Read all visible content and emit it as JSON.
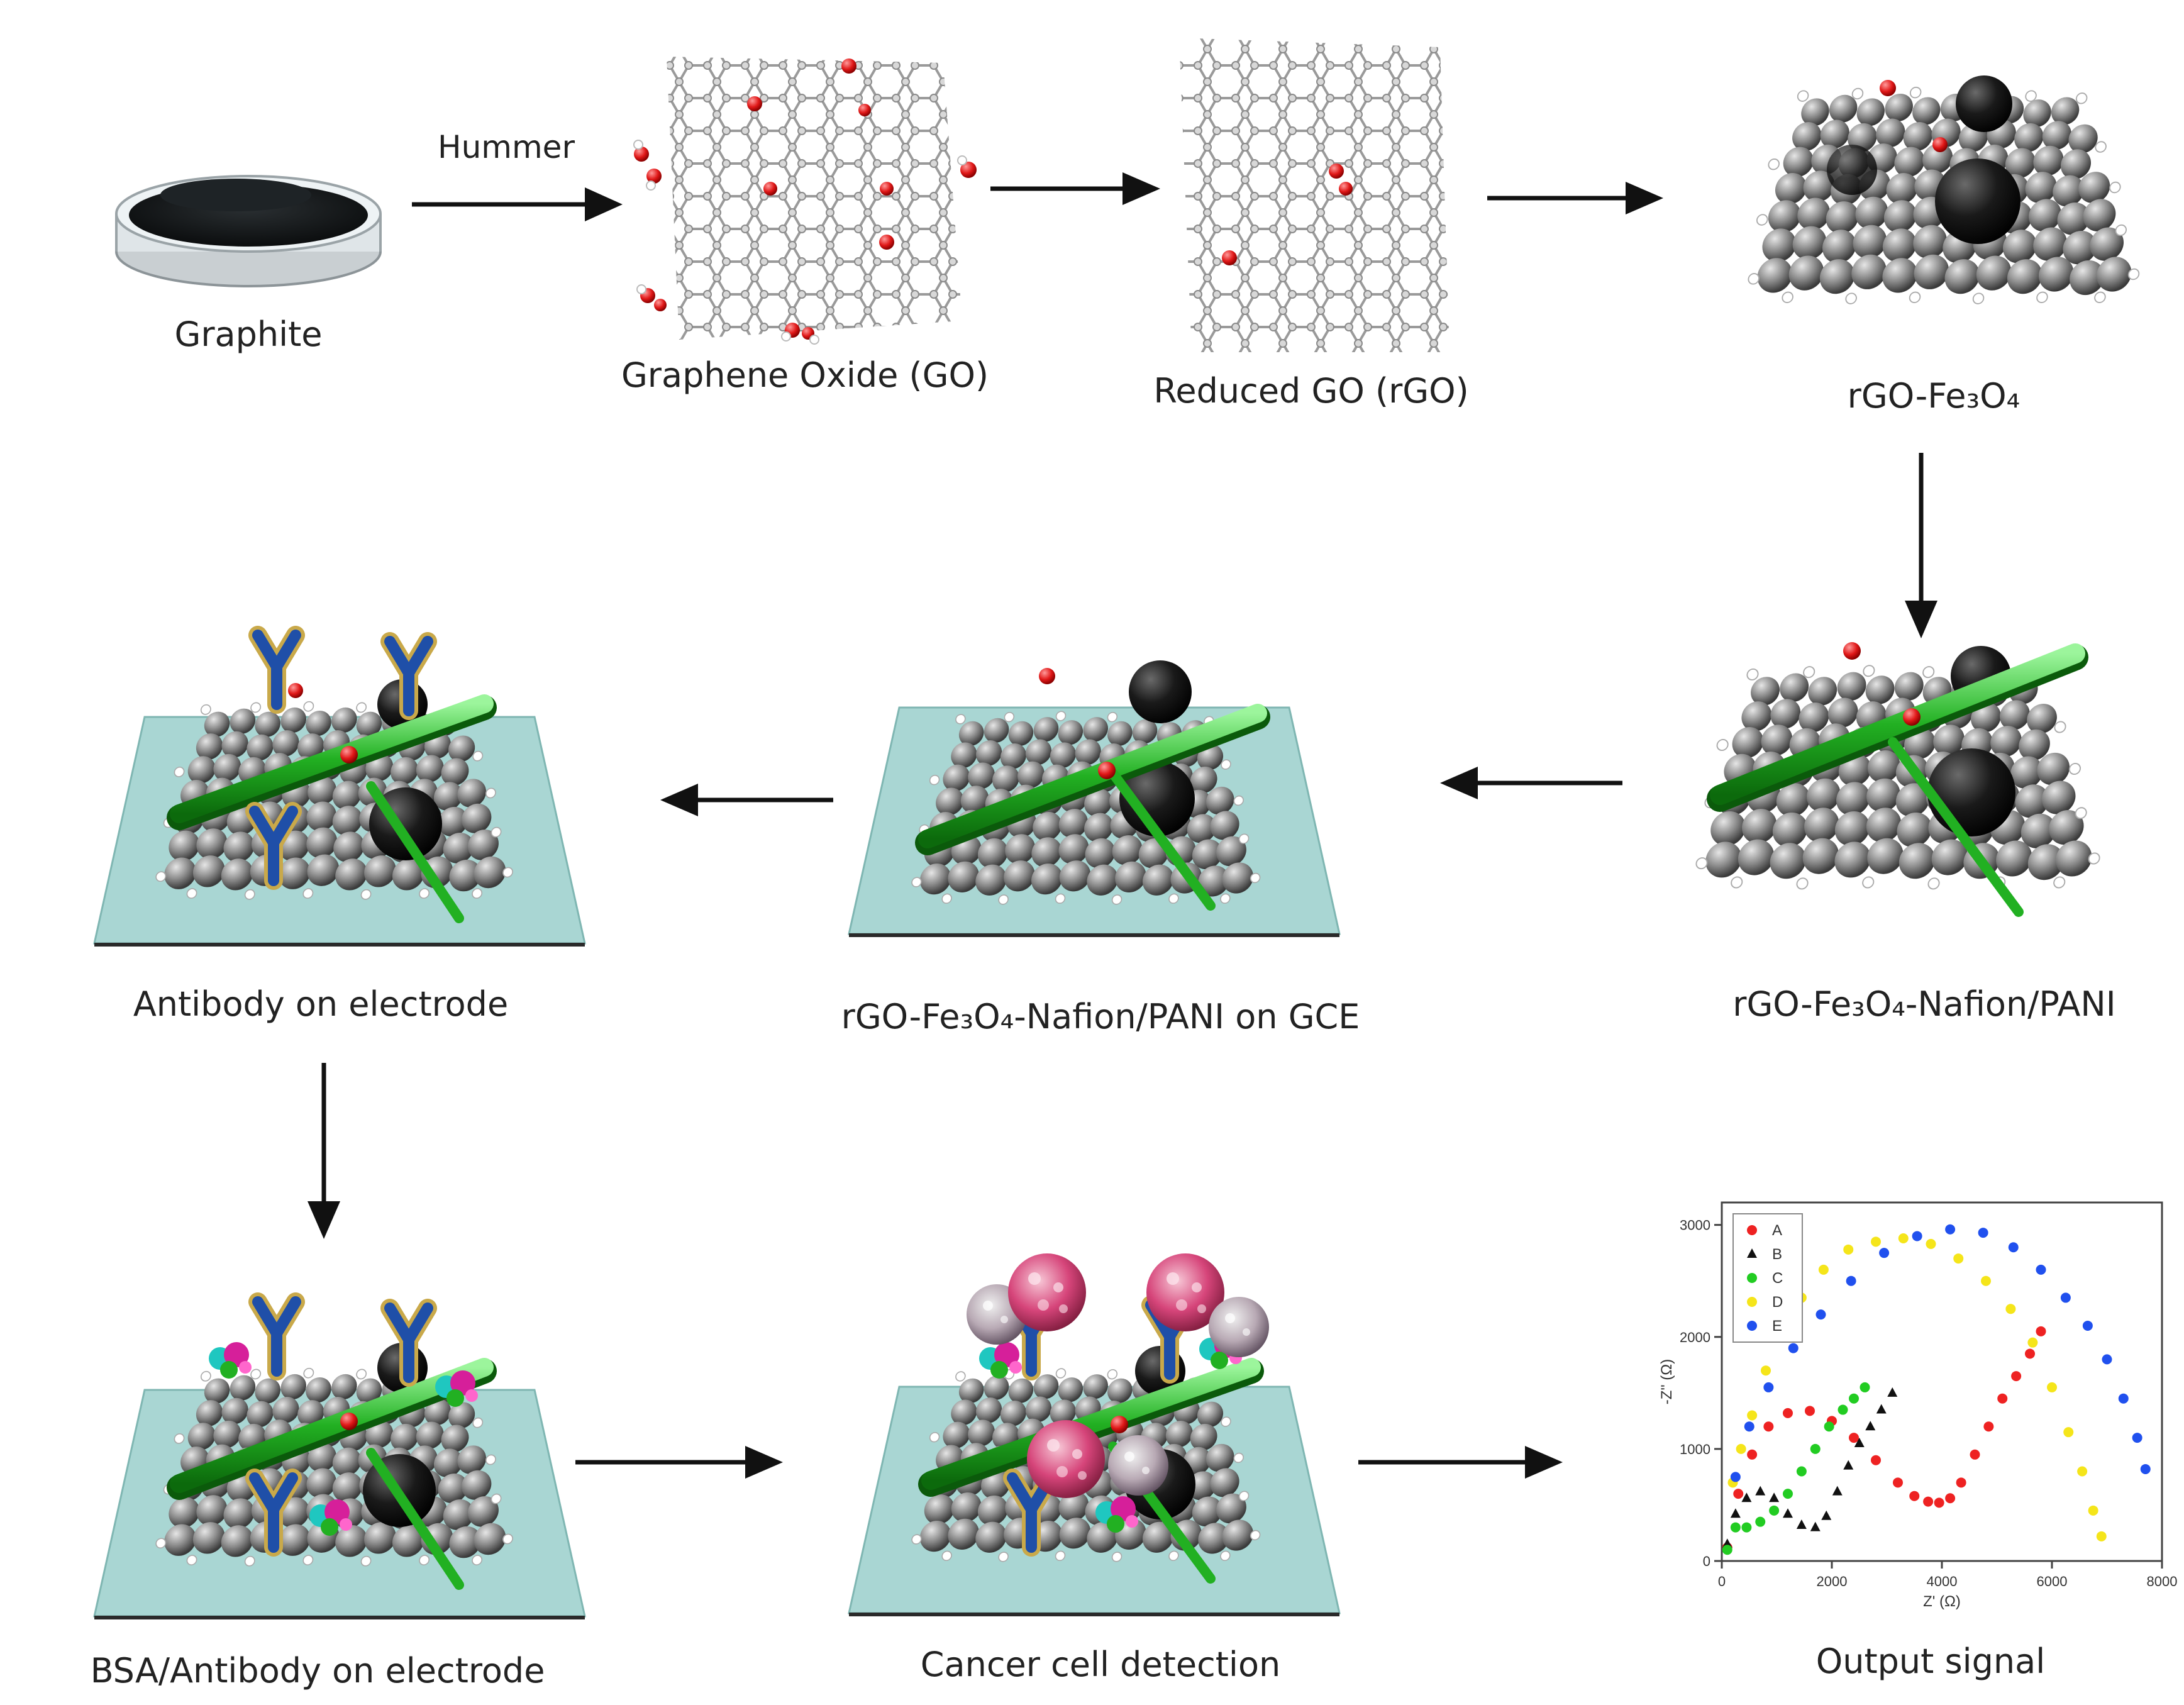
{
  "steps": {
    "graphite": "Graphite",
    "go": "Graphene Oxide (GO)",
    "rgo": "Reduced GO (rGO)",
    "rgo_fe3o4": "rGO-Fe₃O₄",
    "rgo_fe3o4_nafion_pani": "rGO-Fe₃O₄-Nafion/PANI",
    "on_gce": "rGO-Fe₃O₄-Nafion/PANI on GCE",
    "antibody": "Antibody on electrode",
    "bsa_antibody": "BSA/Antibody on electrode",
    "cancer": "Cancer cell detection",
    "output": "Output signal"
  },
  "arrow_labels": {
    "hummer": "Hummer"
  },
  "colors": {
    "electrode": "#a9d6d3",
    "carbon": "#6b6b6b",
    "fe3o4": "#111111",
    "pani": "#22b022",
    "oxygen": "#e02020",
    "antibody_core": "#1f4fa8",
    "antibody_outer": "#c9a94a",
    "bsa_magenta": "#d61f9a",
    "bsa_cyan": "#1fc7c0",
    "cell": "#d6457a"
  },
  "chart_data": {
    "type": "scatter",
    "xlabel": "Z' (Ω)",
    "ylabel": "-Z'' (Ω)",
    "xlim": [
      0,
      8000
    ],
    "ylim": [
      0,
      3200
    ],
    "xticks": [
      "0",
      "2000",
      "4000",
      "6000",
      "8000"
    ],
    "yticks": [
      "0",
      "1000",
      "2000",
      "3000"
    ],
    "legend": "top-left",
    "series": [
      {
        "name": "A",
        "color": "#ee2222",
        "marker": "circle",
        "x": [
          100,
          300,
          550,
          850,
          1200,
          1600,
          2000,
          2400,
          2800,
          3200,
          3500,
          3750,
          3950,
          4150,
          4350,
          4600,
          4850,
          5100,
          5350,
          5600,
          5800
        ],
        "y": [
          120,
          600,
          950,
          1200,
          1320,
          1340,
          1250,
          1100,
          900,
          700,
          580,
          530,
          520,
          560,
          700,
          950,
          1200,
          1450,
          1650,
          1850,
          2050
        ]
      },
      {
        "name": "B",
        "color": "#111111",
        "marker": "triangle",
        "x": [
          100,
          250,
          450,
          700,
          950,
          1200,
          1450,
          1700,
          1900,
          2100,
          2300,
          2500,
          2700,
          2900,
          3100
        ],
        "y": [
          150,
          420,
          560,
          620,
          560,
          420,
          320,
          300,
          400,
          620,
          850,
          1050,
          1200,
          1350,
          1500
        ]
      },
      {
        "name": "C",
        "color": "#22cc22",
        "marker": "circle",
        "x": [
          100,
          250,
          450,
          700,
          950,
          1200,
          1450,
          1700,
          1950,
          2200,
          2400,
          2600
        ],
        "y": [
          100,
          300,
          300,
          350,
          450,
          600,
          800,
          1000,
          1200,
          1350,
          1450,
          1550
        ]
      },
      {
        "name": "D",
        "color": "#f5e51a",
        "marker": "circle",
        "x": [
          200,
          350,
          550,
          800,
          1100,
          1450,
          1850,
          2300,
          2800,
          3300,
          3800,
          4300,
          4800,
          5250,
          5650,
          6000,
          6300,
          6550,
          6750,
          6900
        ],
        "y": [
          700,
          1000,
          1300,
          1700,
          2050,
          2350,
          2600,
          2780,
          2850,
          2880,
          2830,
          2700,
          2500,
          2250,
          1950,
          1550,
          1150,
          800,
          450,
          220
        ]
      },
      {
        "name": "E",
        "color": "#2050ee",
        "marker": "circle",
        "x": [
          250,
          500,
          850,
          1300,
          1800,
          2350,
          2950,
          3550,
          4150,
          4750,
          5300,
          5800,
          6250,
          6650,
          7000,
          7300,
          7550,
          7700
        ],
        "y": [
          750,
          1200,
          1550,
          1900,
          2200,
          2500,
          2750,
          2900,
          2960,
          2930,
          2800,
          2600,
          2350,
          2100,
          1800,
          1450,
          1100,
          820
        ]
      }
    ]
  }
}
